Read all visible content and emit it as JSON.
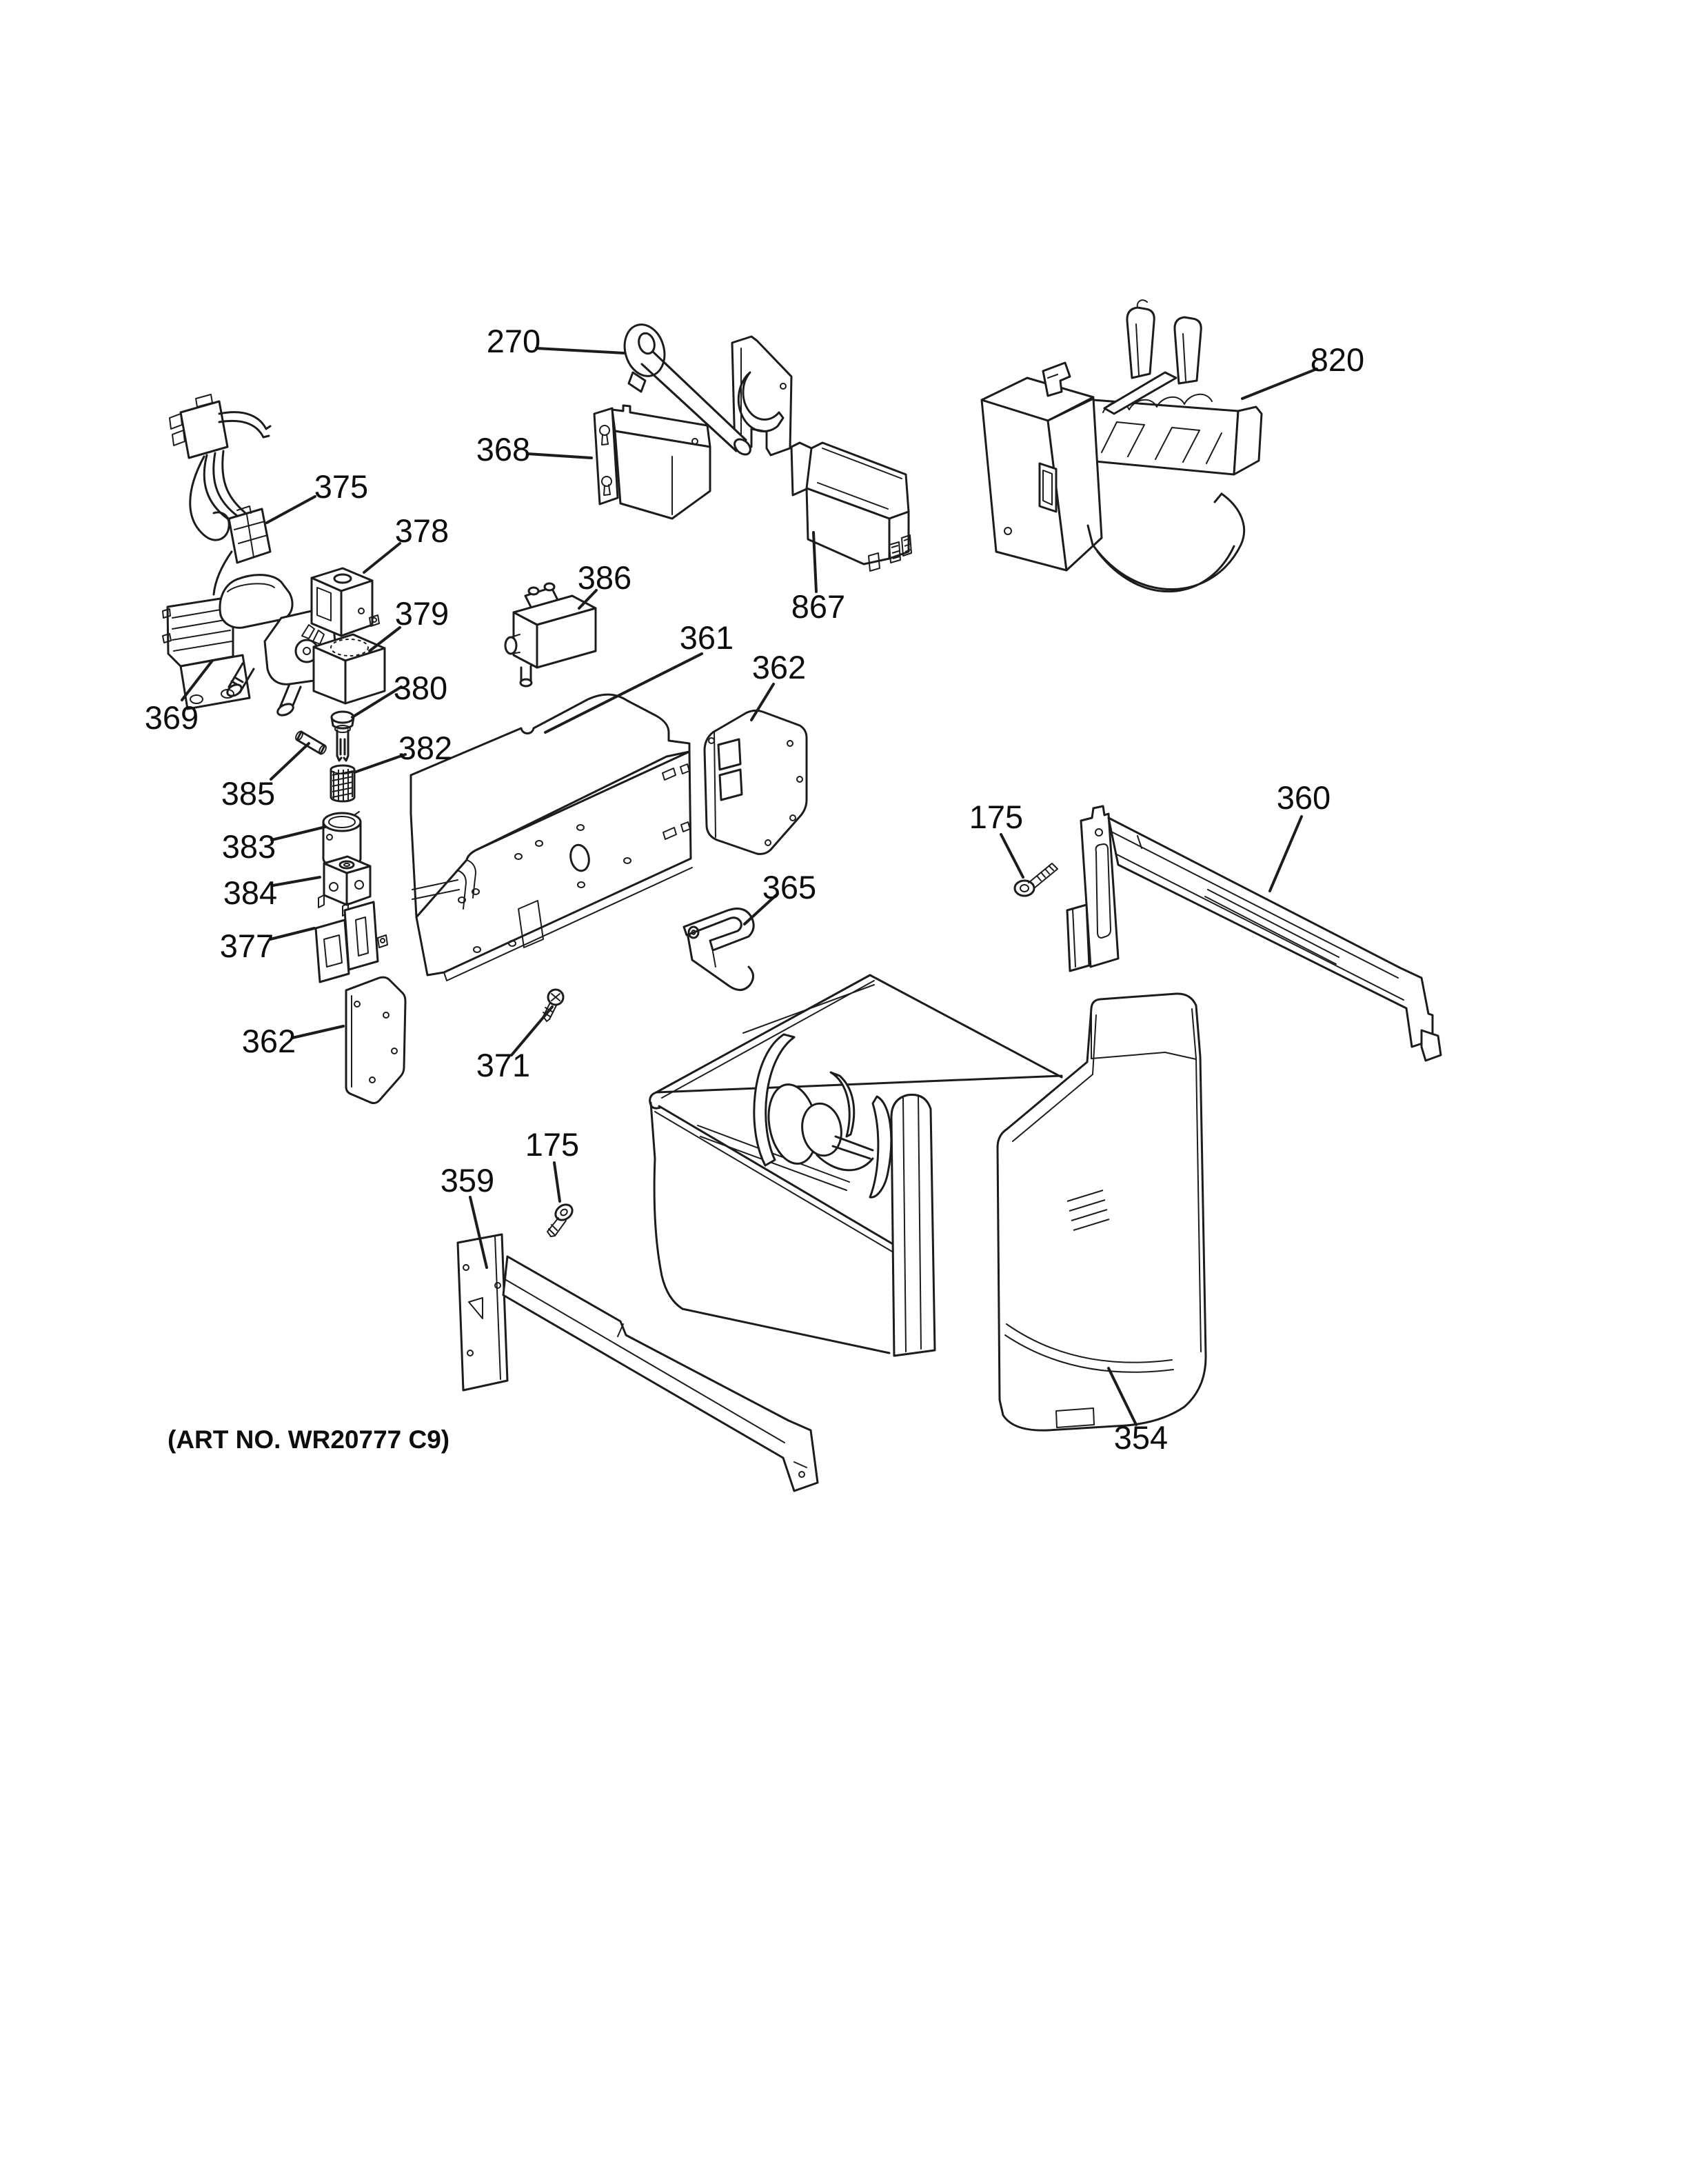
{
  "page": {
    "background": "#ffffff",
    "ink": "#1c1c1c"
  },
  "diagram": {
    "art_no": "(ART NO. WR20777 C9)",
    "callouts": [
      {
        "id": "270",
        "label": "270",
        "part": "fill-tube"
      },
      {
        "id": "368",
        "label": "368",
        "part": "fill-tube-bracket"
      },
      {
        "id": "867",
        "label": "867",
        "part": "fill-cup"
      },
      {
        "id": "820",
        "label": "820",
        "part": "icemaker-assembly"
      },
      {
        "id": "375",
        "label": "375",
        "part": "wire-harness"
      },
      {
        "id": "378",
        "label": "378",
        "part": "dispenser-solenoid"
      },
      {
        "id": "379",
        "label": "379",
        "part": "solenoid-guide"
      },
      {
        "id": "386",
        "label": "386",
        "part": "water-valve"
      },
      {
        "id": "369",
        "label": "369",
        "part": "auger-motor"
      },
      {
        "id": "380",
        "label": "380",
        "part": "shut-off-pin"
      },
      {
        "id": "382",
        "label": "382",
        "part": "spring"
      },
      {
        "id": "385",
        "label": "385",
        "part": "roll-pin"
      },
      {
        "id": "383",
        "label": "383",
        "part": "bearing"
      },
      {
        "id": "384",
        "label": "384",
        "part": "bearing-block"
      },
      {
        "id": "377",
        "label": "377",
        "part": "mounting-bracket"
      },
      {
        "id": "362-lower",
        "label": "362",
        "part": "side-plate"
      },
      {
        "id": "371",
        "label": "371",
        "part": "screw"
      },
      {
        "id": "361",
        "label": "361",
        "part": "dispenser-housing"
      },
      {
        "id": "362-upper",
        "label": "362",
        "part": "side-plate"
      },
      {
        "id": "365",
        "label": "365",
        "part": "retainer-clip"
      },
      {
        "id": "175-upper",
        "label": "175",
        "part": "screw"
      },
      {
        "id": "360",
        "label": "360",
        "part": "slide-rail-right"
      },
      {
        "id": "359",
        "label": "359",
        "part": "slide-rail-left"
      },
      {
        "id": "175-lower",
        "label": "175",
        "part": "screw"
      },
      {
        "id": "354",
        "label": "354",
        "part": "ice-bucket"
      }
    ]
  }
}
